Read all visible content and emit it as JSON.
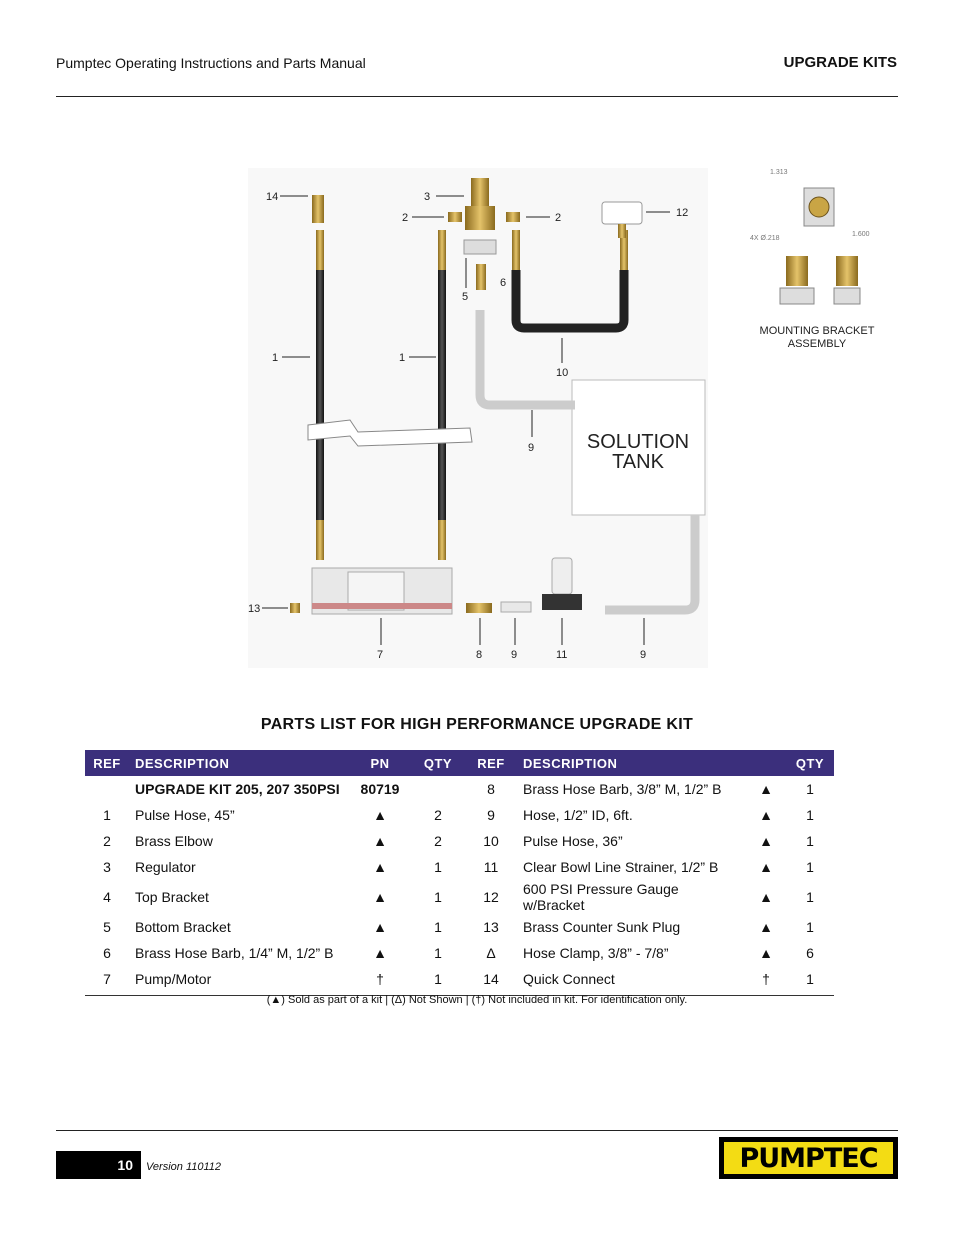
{
  "header": {
    "manual_title": "Pumptec Operating Instructions and Parts Manual",
    "section": "UPGRADE KITS"
  },
  "diagram": {
    "tank_label_line1": "SOLUTION",
    "tank_label_line2": "TANK",
    "bracket_caption_line1": "MOUNTING BRACKET",
    "bracket_caption_line2": "ASSEMBLY",
    "dim_width": "1.313",
    "dim_height": "1.600",
    "dim_hole": "4X Ø.218",
    "callouts": {
      "c14": "14",
      "c3": "3",
      "c2a": "2",
      "c2b": "2",
      "c12": "12",
      "c6": "6",
      "c5": "5",
      "c1a": "1",
      "c1b": "1",
      "c10": "10",
      "c9a": "9",
      "c13": "13",
      "c7": "7",
      "c8": "8",
      "c9b": "9",
      "c11": "11",
      "c9c": "9"
    }
  },
  "parts": {
    "title": "PARTS LIST FOR HIGH PERFORMANCE UPGRADE KIT",
    "columns": [
      "REF",
      "DESCRIPTION",
      "PN",
      "QTY",
      "REF",
      "DESCRIPTION",
      "",
      "QTY"
    ],
    "rows": [
      [
        "",
        "UPGRADE KIT 205, 207  350PSI",
        "80719",
        "",
        "8",
        "Brass Hose Barb, 3/8” M, 1/2” B",
        "▲",
        "1"
      ],
      [
        "1",
        "Pulse Hose, 45”",
        "▲",
        "2",
        "9",
        "Hose, 1/2” ID, 6ft.",
        "▲",
        "1"
      ],
      [
        "2",
        "Brass Elbow",
        "▲",
        "2",
        "10",
        "Pulse Hose, 36”",
        "▲",
        "1"
      ],
      [
        "3",
        "Regulator",
        "▲",
        "1",
        "11",
        "Clear Bowl Line Strainer, 1/2” B",
        "▲",
        "1"
      ],
      [
        "4",
        "Top Bracket",
        "▲",
        "1",
        "12",
        "600 PSI Pressure Gauge w/Bracket",
        "▲",
        "1"
      ],
      [
        "5",
        "Bottom Bracket",
        "▲",
        "1",
        "13",
        "Brass Counter Sunk Plug",
        "▲",
        "1"
      ],
      [
        "6",
        "Brass Hose Barb, 1/4” M, 1/2” B",
        "▲",
        "1",
        "Δ",
        "Hose Clamp, 3/8” - 7/8”",
        "▲",
        "6"
      ],
      [
        "7",
        "Pump/Motor",
        "†",
        "1",
        "14",
        "Quick Connect",
        "†",
        "1"
      ]
    ],
    "footnote": "(▲) Sold as part of a kit | (Δ) Not Shown | (†) Not included in kit. For identification only."
  },
  "footer": {
    "page_number": "10",
    "version": "Version 110112",
    "logo_text": "PUMPTEC"
  }
}
